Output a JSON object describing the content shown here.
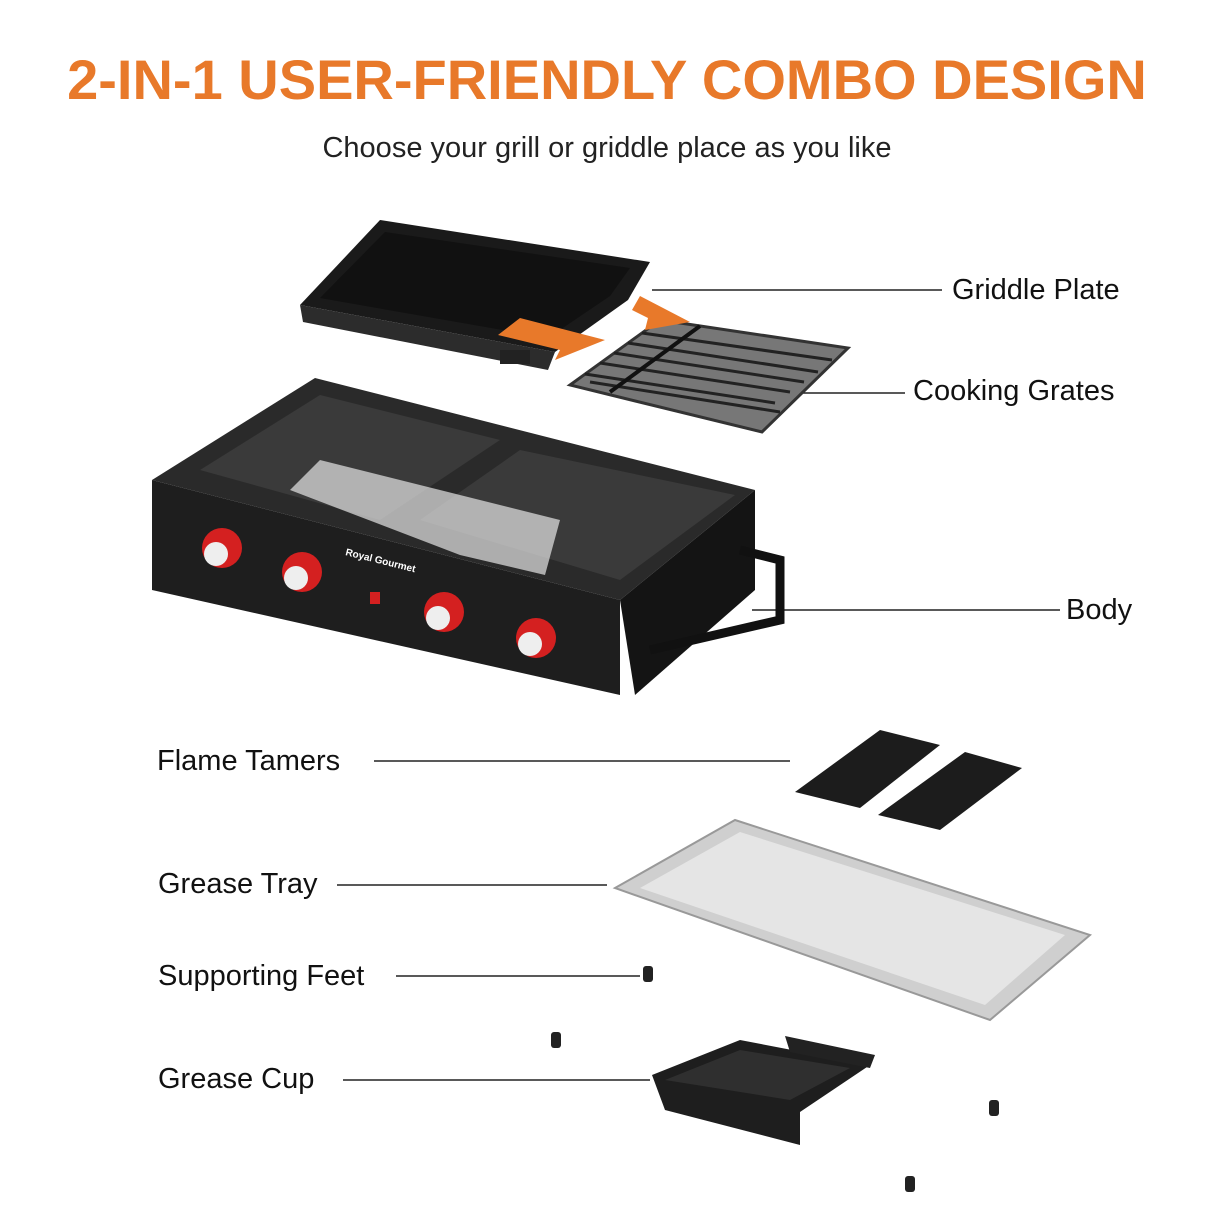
{
  "header": {
    "title": "2-IN-1 USER-FRIENDLY COMBO DESIGN",
    "subtitle": "Choose your grill or griddle place as you like"
  },
  "parts": [
    {
      "label": "Griddle Plate"
    },
    {
      "label": "Cooking Grates"
    },
    {
      "label": "Body"
    },
    {
      "label": "Flame Tamers"
    },
    {
      "label": "Grease Tray"
    },
    {
      "label": "Supporting Feet"
    },
    {
      "label": "Grease Cup"
    }
  ],
  "brand": {
    "logo_text": "Royal Gourmet"
  },
  "colors": {
    "accent": "#E8792A",
    "knob": "#D42020",
    "body": "#1E1E1E"
  }
}
